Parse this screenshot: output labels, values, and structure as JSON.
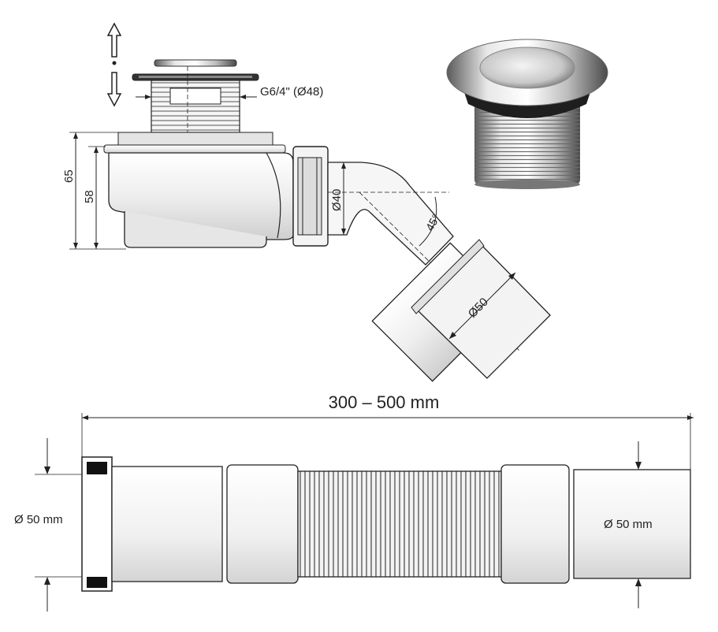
{
  "trap": {
    "dim_height_outer": "65",
    "dim_height_inner": "58",
    "thread_label": "G6/4\" (Ø48)",
    "outlet_diameter": "Ø40",
    "angle_label": "45°",
    "pipe_diameter": "Ø50"
  },
  "hose": {
    "length_label": "300 – 500 mm",
    "left_diameter": "Ø 50 mm",
    "right_diameter": "Ø 50 mm"
  },
  "colors": {
    "line": "#222222",
    "fill_light": "#f2f2f2",
    "fill_mid": "#d9d9d9",
    "chrome": "#9a9a9a"
  }
}
